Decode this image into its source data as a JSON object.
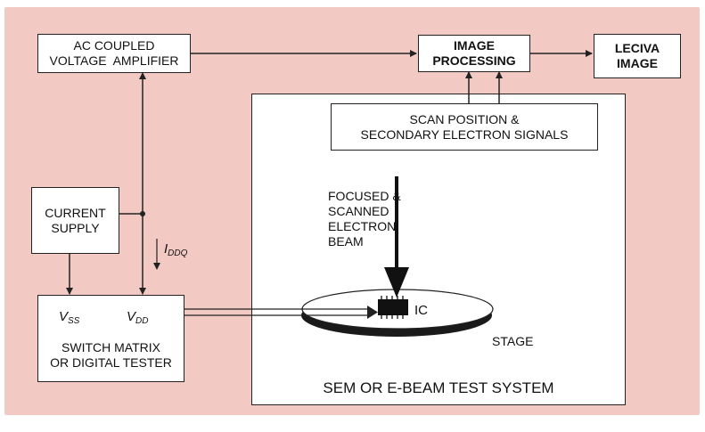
{
  "amplifier": {
    "line1": "AC COUPLED",
    "line2": "VOLTAGE  AMPLIFIER"
  },
  "image_processing": {
    "line1": "IMAGE",
    "line2": "PROCESSING"
  },
  "leciva_image": {
    "line1": "LECIVA",
    "line2": "IMAGE"
  },
  "scan_signals": {
    "line1": "SCAN POSITION &",
    "line2": "SECONDARY ELECTRON SIGNALS"
  },
  "current_supply": {
    "line1": "CURRENT",
    "line2": "SUPPLY"
  },
  "iddq": {
    "main": "I",
    "sub": "DDQ"
  },
  "switch_matrix": {
    "vss_main": "V",
    "vss_sub": "SS",
    "vdd_main": "V",
    "vdd_sub": "DD",
    "line1": "SWITCH MATRIX",
    "line2": "OR DIGITAL TESTER"
  },
  "beam": {
    "line1": "FOCUSED &",
    "line2": "SCANNED",
    "line3": "ELECTRON",
    "line4": "BEAM"
  },
  "ic_label": "IC",
  "stage_label": "STAGE",
  "system_label": "SEM OR E-BEAM TEST SYSTEM"
}
